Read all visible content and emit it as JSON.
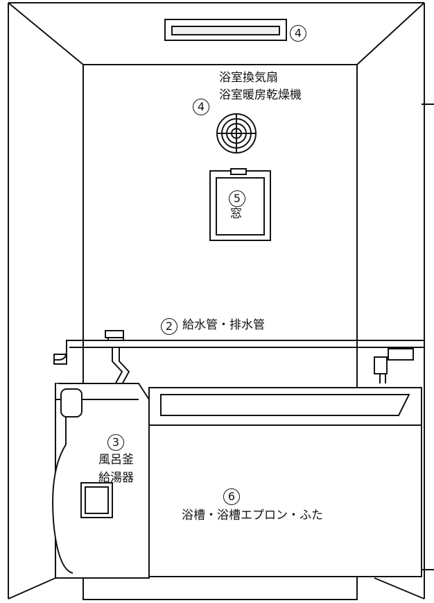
{
  "labels": {
    "ceiling_number": "4",
    "fan_title_line1": "浴室換気扇",
    "fan_title_line2": "浴室暖房乾燥機",
    "fan_number": "4",
    "window_number": "5",
    "window_label": "窓",
    "pipe_number": "2",
    "pipe_label": "給水管・排水管",
    "heater_number": "3",
    "heater_line1": "風呂釜",
    "heater_line2": "給湯器",
    "tub_number": "6",
    "tub_label": "浴槽・浴槽エプロン・ふた"
  },
  "colors": {
    "line": "#111111",
    "background": "#ffffff"
  }
}
